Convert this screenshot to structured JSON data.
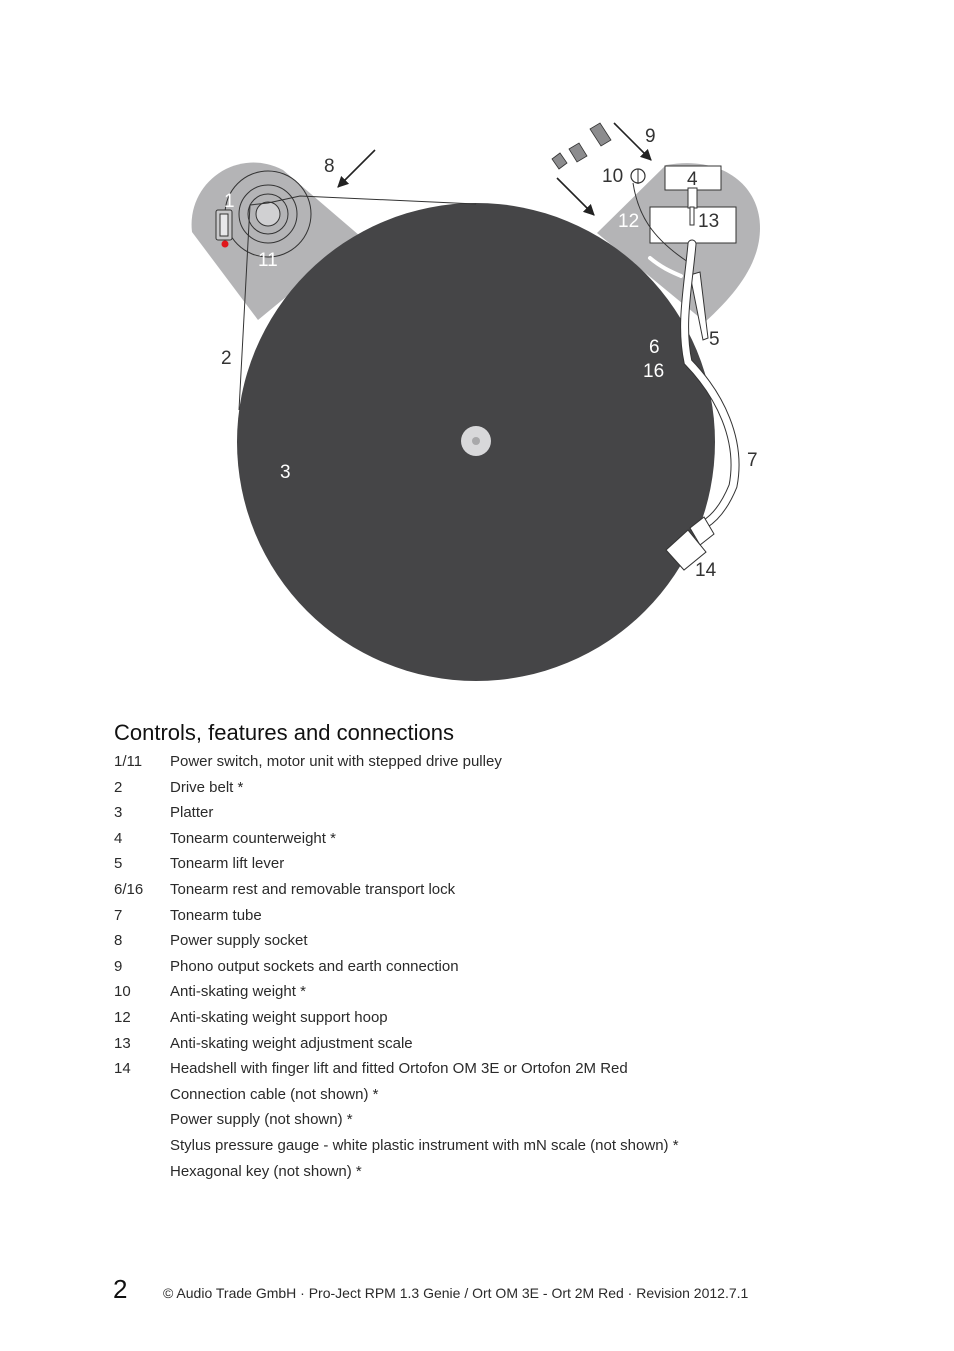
{
  "diagram": {
    "callouts": {
      "c1": "1",
      "c2": "2",
      "c3": "3",
      "c4": "4",
      "c5": "5",
      "c6": "6",
      "c7": "7",
      "c8": "8",
      "c9": "9",
      "c10": "10",
      "c11": "11",
      "c12": "12",
      "c13": "13",
      "c14": "14",
      "c16": "16"
    },
    "colors": {
      "plinth": "#b4b4b6",
      "platter": "#454547",
      "accent": "#e0161b"
    }
  },
  "heading": "Controls, features and connections",
  "items": [
    {
      "num": "1/11",
      "text": "Power switch, motor unit with stepped drive pulley"
    },
    {
      "num": "2",
      "text": "Drive belt *"
    },
    {
      "num": "3",
      "text": "Platter"
    },
    {
      "num": "4",
      "text": "Tonearm counterweight *"
    },
    {
      "num": "5",
      "text": "Tonearm lift lever"
    },
    {
      "num": "6/16",
      "text": "Tonearm rest and removable transport lock"
    },
    {
      "num": "7",
      "text": "Tonearm tube"
    },
    {
      "num": "8",
      "text": "Power supply socket"
    },
    {
      "num": "9",
      "text": "Phono output sockets and earth connection"
    },
    {
      "num": "10",
      "text": "Anti-skating weight *"
    },
    {
      "num": "12",
      "text": "Anti-skating weight support hoop"
    },
    {
      "num": "13",
      "text": "Anti-skating weight adjustment scale"
    },
    {
      "num": "14",
      "text": "Headshell with finger lift and fitted Ortofon OM 3E or Ortofon 2M Red"
    },
    {
      "num": "",
      "text": "Connection cable (not shown) *"
    },
    {
      "num": "",
      "text": "Power supply (not shown) *"
    },
    {
      "num": "",
      "text": "Stylus pressure gauge - white plastic instrument with mN scale (not shown) *"
    },
    {
      "num": "",
      "text": "Hexagonal key (not shown) *"
    }
  ],
  "footer": {
    "page_number": "2",
    "text": "© Audio Trade GmbH · Pro-Ject RPM 1.3 Genie / Ort OM 3E - Ort 2M Red · Revision 2012.7.1"
  }
}
